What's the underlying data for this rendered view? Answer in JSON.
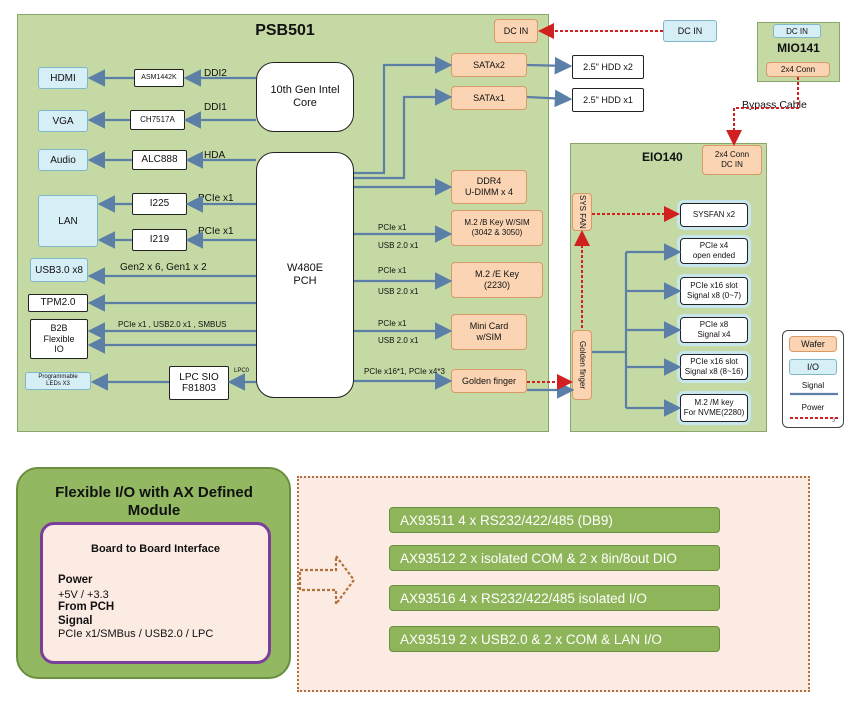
{
  "psb501": {
    "title": "PSB501",
    "dc_in": "DC IN",
    "outputs": {
      "hdmi": "HDMI",
      "vga": "VGA",
      "audio": "Audio",
      "lan": "LAN",
      "usb": "USB3.0 x8",
      "tpm": "TPM2.0",
      "b2b": "B2B\nFlexible\nIO",
      "leds": "Programmable\nLEDs X3"
    },
    "chips": {
      "asm": "ASM1442K",
      "ch": "CH7517A",
      "alc": "ALC888",
      "i225": "I225",
      "i219": "I219",
      "sio": "LPC SIO\nF81803"
    },
    "cpu": "10th Gen Intel\nCore",
    "pch": "W480E\nPCH",
    "links": {
      "ddi2": "DDI2",
      "ddi1": "DDI1",
      "hda": "HDA",
      "pcie1a": "PCIe x1",
      "pcie1b": "PCIe x1",
      "gen": "Gen2 x 6,  Gen1 x 2",
      "b2b": "PCIe x1  , USB2.0 x1 , SMBUS",
      "lpc0": "LPC0"
    },
    "right": {
      "satax2": "SATAx2",
      "satax1": "SATAx1",
      "ddr4": "DDR4\nU-DIMM x 4",
      "m2b": "M.2 /B Key W/SIM\n(3042 & 3050)",
      "m2e": "M.2 /E Key\n(2230)",
      "mini": "Mini Card\nw/SIM",
      "golden": "Golden finger"
    },
    "right_labels": {
      "m2b_a": "PCIe x1",
      "m2b_b": "USB 2.0 x1",
      "m2e_a": "PCIe x1",
      "m2e_b": "USB 2.0 x1",
      "mini_a": "PCIe x1",
      "mini_b": "USB 2.0 x1",
      "golden": "PCIe x16*1, PCIe x4*3"
    }
  },
  "external": {
    "dc_in": "DC IN",
    "hdd2": "2.5\" HDD x2",
    "hdd1": "2.5\" HDD x1",
    "bypass": "Bypass Cable"
  },
  "mio141": {
    "title": "MIO141",
    "dc_in": "DC IN",
    "conn": "2x4 Conn"
  },
  "eio140": {
    "title": "EIO140",
    "conn": "2x4 Conn\nDC IN",
    "sysfan_v": "SYS FAN",
    "golden_v": "Golden finger",
    "sysfan": "SYSFAN x2",
    "slots": [
      "PCIe x4\nopen ended",
      "PCIe x16 slot\nSignal x8 (0~7)",
      "PCIe x8\nSignal x4",
      "PCIe x16 slot\nSignal x8 (8~16)",
      "M.2 /M key\nFor NVME(2280)"
    ]
  },
  "legend": {
    "wafer": "Wafer",
    "io": "I/O",
    "signal": "Signal",
    "power": "Power",
    "page": "3"
  },
  "flex": {
    "title": "Flexible I/O with AX Defined\nModule",
    "b2b_title": "Board to Board Interface",
    "power_h": "Power",
    "power_v": "+5V / +3.3",
    "pch_h": "From PCH",
    "signal_h": "Signal",
    "signal_v": "PCIe x1/SMBus / USB2.0 / LPC"
  },
  "modules": [
    "AX93511 4 x RS232/422/485 (DB9)",
    "AX93512 2 x isolated COM & 2 x 8in/8out DIO",
    "AX93516 4 x RS232/422/485 isolated I/O",
    "AX93519 2 x USB2.0 & 2 x COM & LAN I/O"
  ],
  "colors": {
    "board": "#c4d9a3",
    "signal": "#5b7fa6",
    "power": "#d02020",
    "module": "#8fb55a",
    "b2b_border": "#7b3f99"
  }
}
